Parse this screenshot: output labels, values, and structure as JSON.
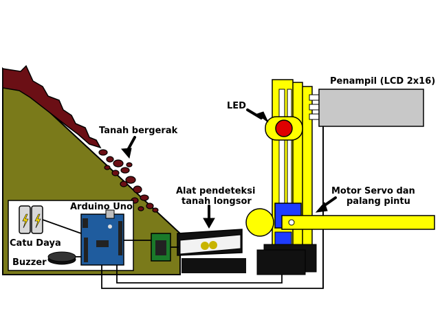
{
  "labels": {
    "lcd": "Penampil (LCD 2x16)",
    "led": "LED",
    "moving_soil": "Tanah bergerak",
    "detector_line1": "Alat pendeteksi",
    "detector_line2": "tanah longsor",
    "servo_line1": "Motor Servo dan",
    "servo_line2": "palang pintu",
    "arduino": "Arduino Uno",
    "power": "Catu Daya",
    "buzzer": "Buzzer"
  },
  "colors": {
    "slope": "#7a7a1a",
    "soil": "#6b0f15",
    "tower": "#ffff00",
    "led": "#e00000",
    "lcd": "#c8c8c8",
    "servo": "#1e3cff",
    "arduino": "#1f5c9e",
    "pcb": "#1a7a2a"
  }
}
